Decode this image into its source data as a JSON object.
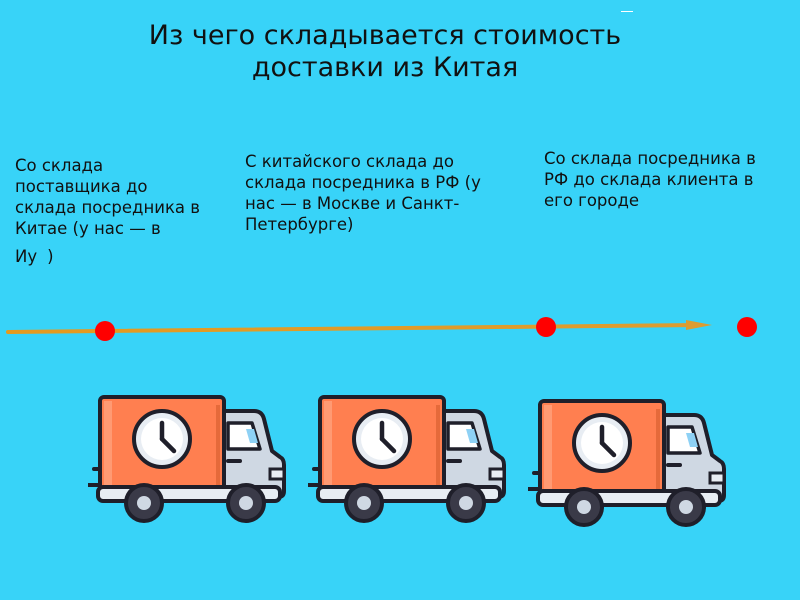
{
  "title": "Из чего складывается стоимость доставки из Китая",
  "steps": [
    {
      "text": "Со склада поставщика до склада посредника в Китае (у нас — в"
    },
    {
      "text": "С китайского склада до склада посредника в РФ (у нас — в Москве и Санкт-Петербурге)"
    },
    {
      "text": "Со склада посредника в РФ до склада клиента в его городе"
    }
  ],
  "step_1_tail": {
    "word": "Иу",
    "paren": ")"
  },
  "route": {
    "line_color": "#e59a1f",
    "point_color": "#ff0000"
  },
  "trucks": [
    {
      "icon": "delivery-truck-clock-icon"
    },
    {
      "icon": "delivery-truck-clock-icon"
    },
    {
      "icon": "delivery-truck-clock-icon"
    }
  ],
  "colors": {
    "background": "#38d3f8",
    "truck_body": "#ff7f50",
    "truck_cab": "#cfd8e3",
    "wheel": "#3a3a48"
  }
}
